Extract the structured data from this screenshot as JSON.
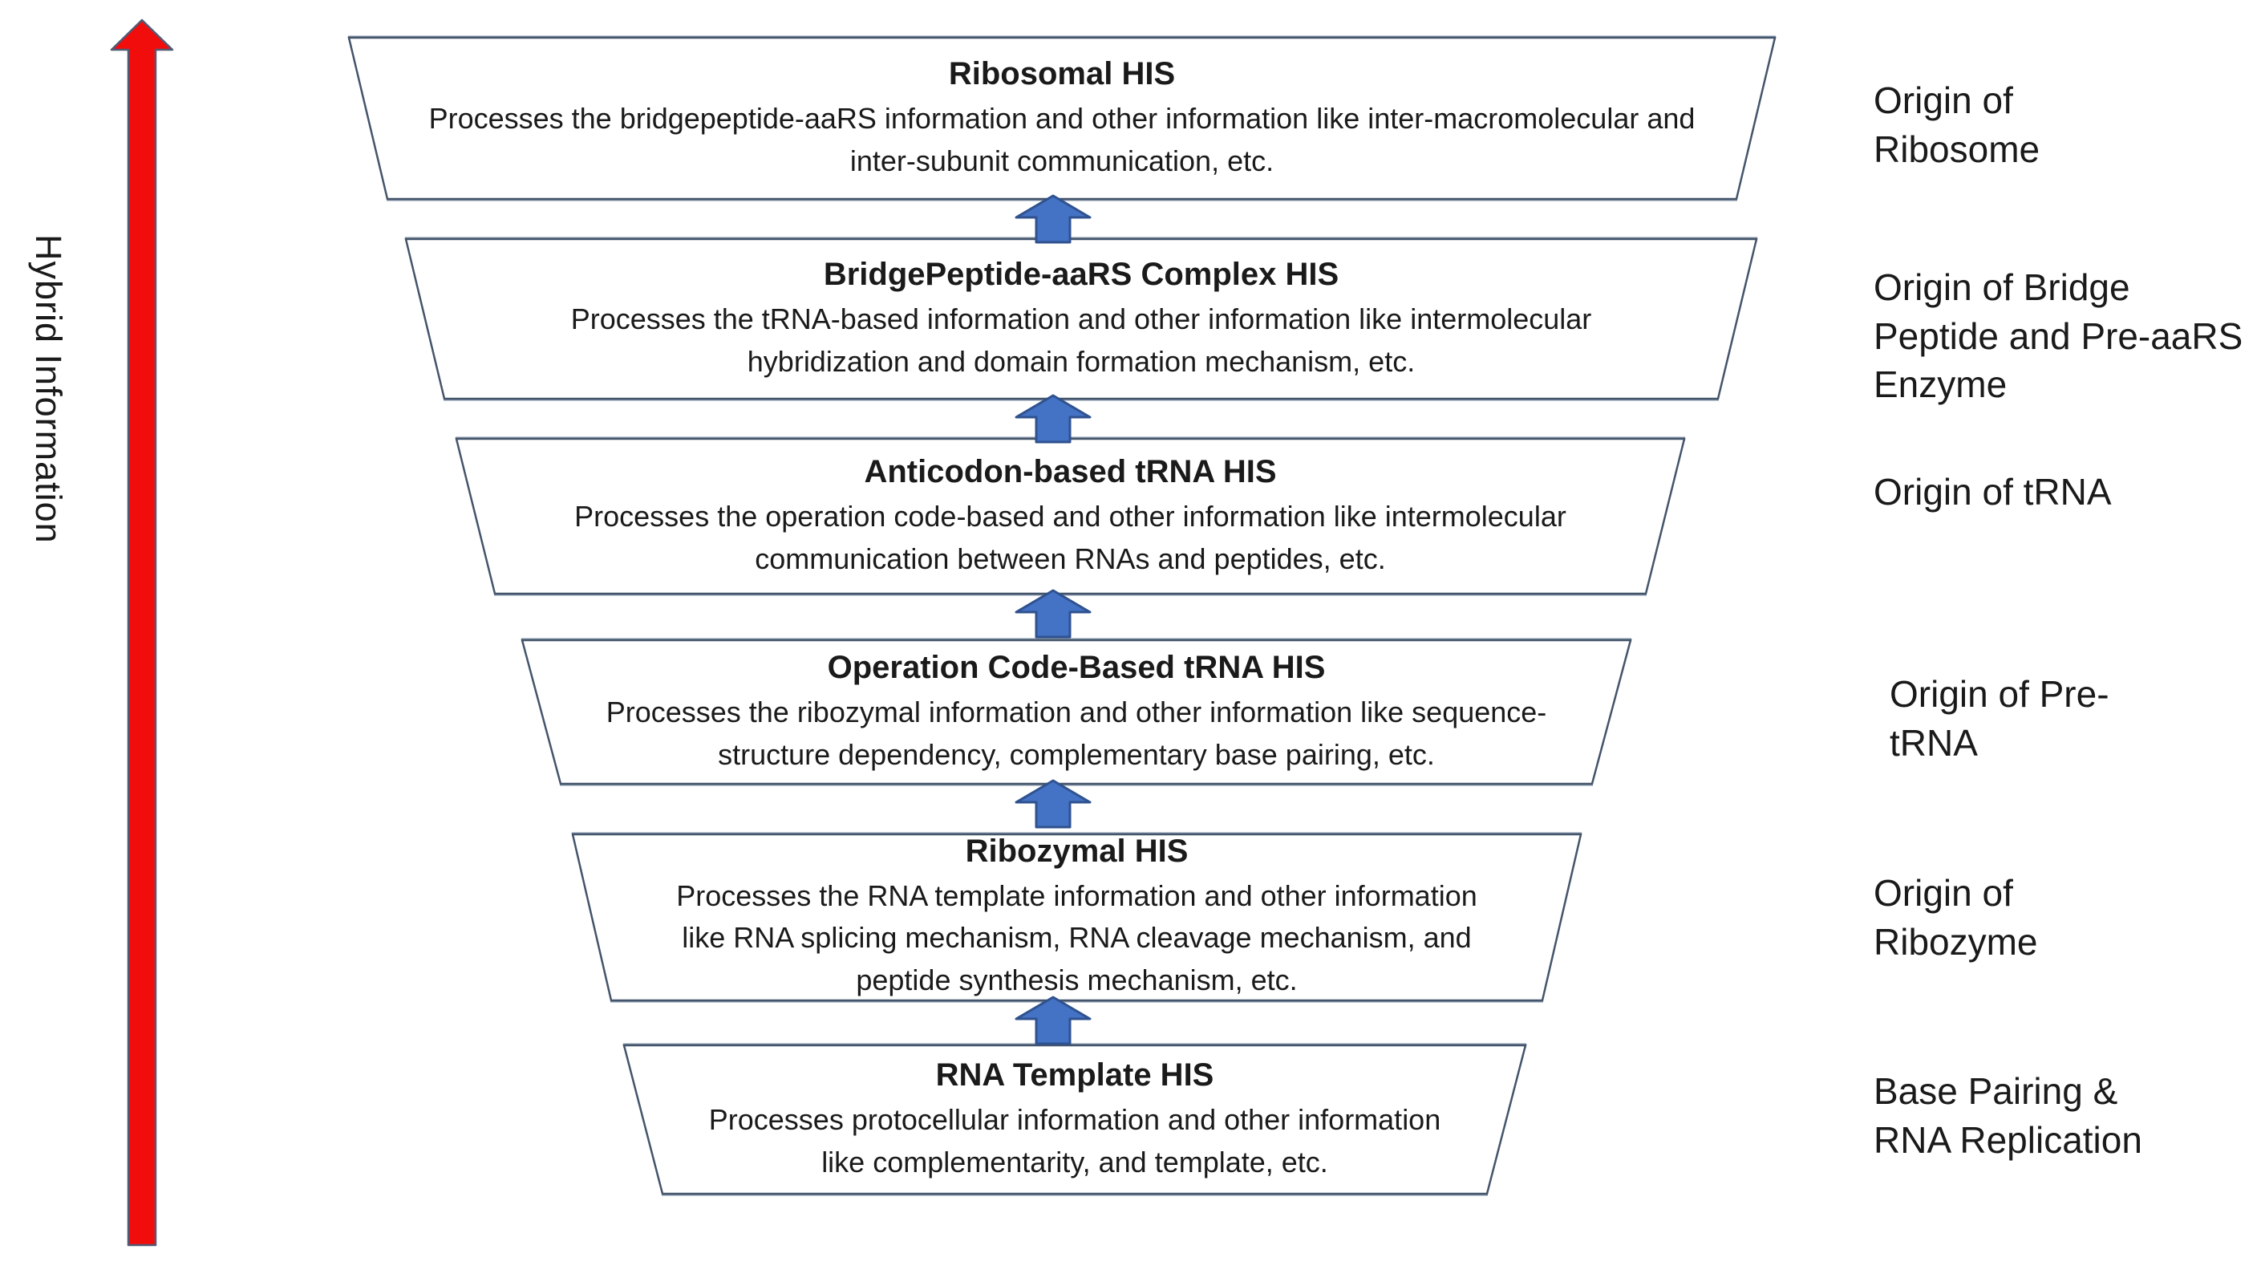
{
  "axis_label": "Hybrid Information",
  "tiers": [
    {
      "title": "Ribosomal HIS",
      "description": "Processes the bridgepeptide-aaRS information and other information like inter-macromolecular and\ninter-subunit communication, etc.",
      "side_label": "Origin of\nRibosome"
    },
    {
      "title": "BridgePeptide-aaRS Complex HIS",
      "description": "Processes the tRNA-based information and other information like intermolecular\nhybridization and domain formation mechanism, etc.",
      "side_label": "Origin of Bridge\nPeptide and Pre-aaRS\nEnzyme"
    },
    {
      "title": "Anticodon-based tRNA HIS",
      "description": "Processes the operation code-based and other information like intermolecular\ncommunication between RNAs and peptides, etc.",
      "side_label": "Origin of tRNA"
    },
    {
      "title": "Operation Code-Based tRNA HIS",
      "description": "Processes the ribozymal information and other information like sequence-\nstructure dependency, complementary base pairing, etc.",
      "side_label": "Origin of Pre-\ntRNA"
    },
    {
      "title": "Ribozymal HIS",
      "description": "Processes the RNA template information and other information\nlike RNA splicing mechanism, RNA cleavage mechanism, and\npeptide synthesis mechanism, etc.",
      "side_label": "Origin of\nRibozyme"
    },
    {
      "title": "RNA Template HIS",
      "description": "Processes protocellular information and other information\nlike complementarity, and template, etc.",
      "side_label": "Base Pairing &\nRNA Replication"
    }
  ],
  "colors": {
    "box_border": "#44546A",
    "edge_band": "#8494A9",
    "arrow_fill": "#4472C4",
    "arrow_stroke": "#2F528F",
    "hybrid_arrow": "#F20D0D",
    "text_color": "#1A1A1A"
  }
}
